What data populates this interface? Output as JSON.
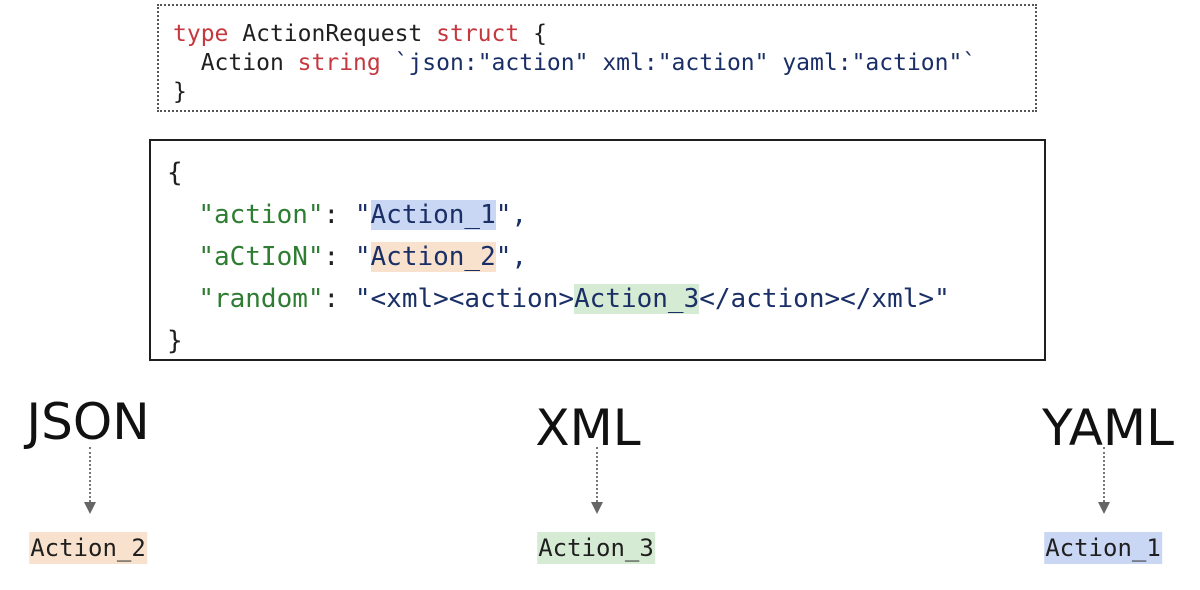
{
  "struct": {
    "kw_type": "type",
    "name": "ActionRequest",
    "kw_struct": "struct",
    "open_brace": "{",
    "field_name": "Action",
    "field_type": "string",
    "tag": "`json:\"action\" xml:\"action\" yaml:\"action\"`",
    "close_brace": "}"
  },
  "payload": {
    "open_brace": "{",
    "close_brace": "}",
    "lines": [
      {
        "key": "\"action\"",
        "sep": ": ",
        "q_open": "\"",
        "pre": "",
        "value": "Action_1",
        "post": "",
        "q_close": "\",",
        "highlight": "blue"
      },
      {
        "key": "\"aCtIoN\"",
        "sep": ": ",
        "q_open": "\"",
        "pre": "",
        "value": "Action_2",
        "post": "",
        "q_close": "\",",
        "highlight": "orange"
      },
      {
        "key": "\"random\"",
        "sep": ": ",
        "q_open": "\"",
        "pre": "<xml><action>",
        "value": "Action_3",
        "post": "</action></xml>",
        "q_close": "\"",
        "highlight": "green"
      }
    ]
  },
  "parsers": [
    {
      "label": "JSON",
      "result": "Action_2",
      "highlight": "orange"
    },
    {
      "label": "XML",
      "result": "Action_3",
      "highlight": "green"
    },
    {
      "label": "YAML",
      "result": "Action_1",
      "highlight": "blue"
    }
  ],
  "colors": {
    "keyword": "#c5383f",
    "string": "#1a2f66",
    "json_key": "#2e7d32",
    "highlight_blue": "#c9d7f4",
    "highlight_orange": "#f9e2cd",
    "highlight_green": "#d6ebd3"
  }
}
